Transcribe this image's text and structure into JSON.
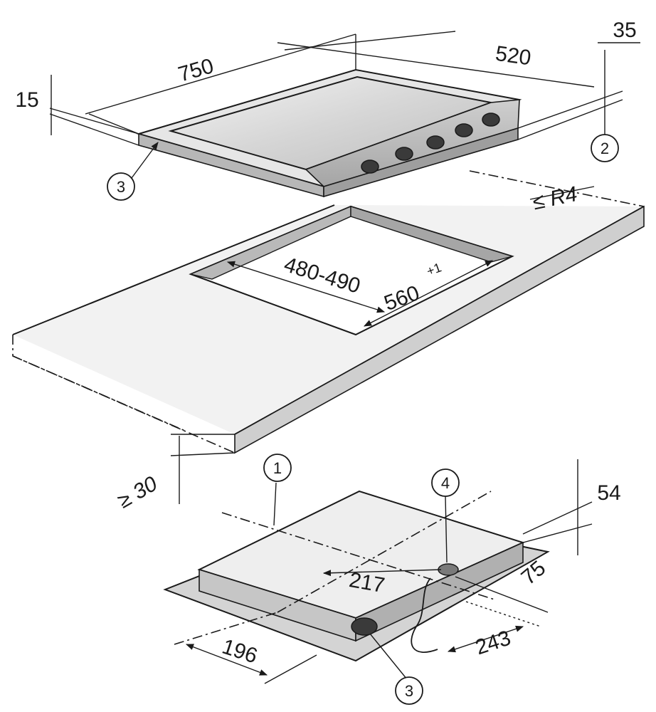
{
  "dimensions": {
    "width_750": "750",
    "depth_520": "520",
    "edge_35": "35",
    "thickness_15": "15",
    "radius": "≤ R4",
    "cutout_width": "480-490",
    "cutout_depth": "560",
    "cutout_tolerance": "+1",
    "worktop_min": "≥ 30",
    "height_54": "54",
    "d_217": "217",
    "d_75": "75",
    "d_243": "243",
    "d_196": "196"
  },
  "callouts": [
    {
      "id": "1",
      "label": "1"
    },
    {
      "id": "2",
      "label": "2"
    },
    {
      "id": "3a",
      "label": "3"
    },
    {
      "id": "3b",
      "label": "3"
    },
    {
      "id": "4",
      "label": "4"
    }
  ],
  "colors": {
    "ink": "#1a1a1a",
    "metal_light": "#ececec",
    "metal_mid": "#cfcfcf",
    "metal_dark": "#9a9a9a",
    "worktop": "#f2f2f2",
    "knob": "#3a3a3a"
  }
}
